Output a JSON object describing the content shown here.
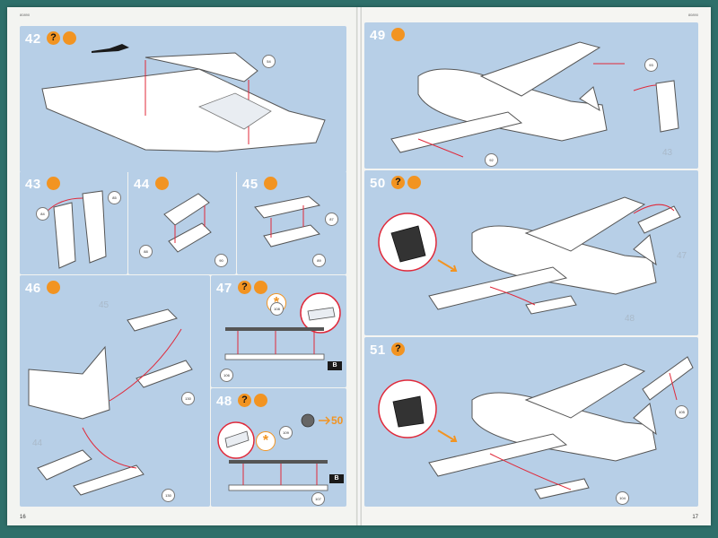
{
  "left_page": {
    "code": "80890",
    "page_number": "16",
    "steps": {
      "s42": {
        "number": "42",
        "badges": [
          "?",
          ""
        ],
        "callouts": [
          "54"
        ]
      },
      "s43": {
        "number": "43",
        "badges": [
          ""
        ],
        "callouts": [
          "84",
          "85"
        ]
      },
      "s44": {
        "number": "44",
        "badges": [
          ""
        ],
        "callouts": [
          "88",
          "90"
        ]
      },
      "s45": {
        "number": "45",
        "badges": [
          ""
        ],
        "callouts": [
          "87",
          "89"
        ]
      },
      "s46": {
        "number": "46",
        "badges": [
          ""
        ],
        "ghosts": [
          "45",
          "44"
        ],
        "callouts": [
          "130",
          "130"
        ]
      },
      "s47": {
        "number": "47",
        "badges": [
          "?",
          ""
        ],
        "star": "*",
        "flag": "B",
        "callouts": [
          "108",
          "106"
        ]
      },
      "s48": {
        "number": "48",
        "badges": [
          "?",
          ""
        ],
        "star": "*",
        "flag": "B",
        "callouts": [
          "109",
          "107"
        ],
        "goto": "50"
      }
    }
  },
  "right_page": {
    "code": "80890",
    "page_number": "17",
    "steps": {
      "s49": {
        "number": "49",
        "badges": [
          ""
        ],
        "ghosts": [
          "43"
        ],
        "callouts": [
          "93",
          "92"
        ]
      },
      "s50": {
        "number": "50",
        "badges": [
          "?",
          ""
        ],
        "ghosts": [
          "47",
          "48"
        ]
      },
      "s51": {
        "number": "51",
        "badges": [
          "?"
        ],
        "callouts": [
          "105",
          "104"
        ]
      }
    }
  },
  "colors": {
    "panel": "#b7cfe7",
    "accent": "#f29422",
    "leader": "#e0293a",
    "background": "#2e6f6a"
  }
}
